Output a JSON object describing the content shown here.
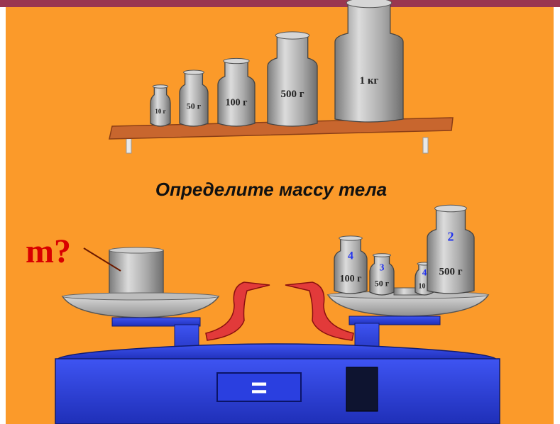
{
  "task": {
    "title": "Определите массу тела",
    "unknown_mass": "m?",
    "balance_sign": "="
  },
  "shelf_weights": [
    {
      "label": "10 г"
    },
    {
      "label": "50 г"
    },
    {
      "label": "100 г"
    },
    {
      "label": "500 г"
    },
    {
      "label": "1 кг"
    }
  ],
  "pan_weights": [
    {
      "label": "100 г",
      "count": "4"
    },
    {
      "label": "50 г",
      "count": "3"
    },
    {
      "label": "10 г",
      "count": "4"
    },
    {
      "label": "500 г",
      "count": "2"
    }
  ],
  "colors": {
    "background": "#fb9a2a",
    "shelf": "#c8662e",
    "metal": "#a8a8a8",
    "scale_base": "#2a3fe0",
    "pointer": "#e23a3a"
  }
}
